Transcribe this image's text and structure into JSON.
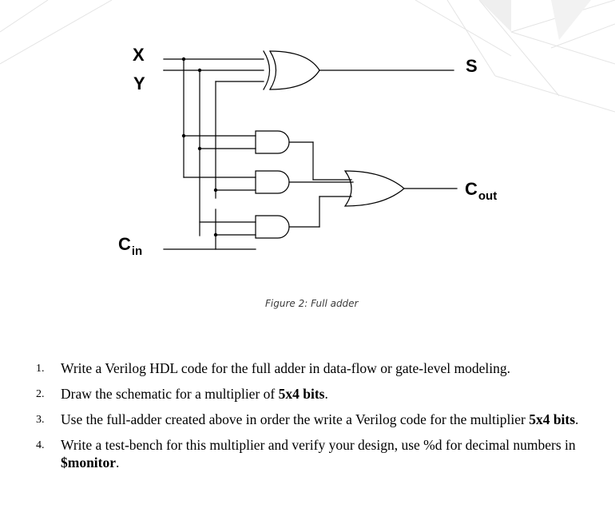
{
  "figure": {
    "signal_x": "X",
    "signal_y": "Y",
    "signal_cin": "C",
    "signal_cin_sub": "in",
    "output_s": "S",
    "output_cout": "C",
    "output_cout_sub": "out",
    "caption": "Figure 2: Full adder"
  },
  "tasks": [
    {
      "number": "1.",
      "text_before": "Write a Verilog HDL code for the full adder in data-flow or gate-level modeling.",
      "bold": "",
      "text_after": ""
    },
    {
      "number": "2.",
      "text_before": "Draw the schematic for a multiplier of ",
      "bold": "5x4 bits",
      "text_after": "."
    },
    {
      "number": "3.",
      "text_before": "Use the full-adder created above in order the write a Verilog code for the multiplier ",
      "bold": "5x4 bits",
      "text_after": "."
    },
    {
      "number": "4.",
      "text_before": "Write a test-bench for this multiplier and verify your design, use %d for decimal numbers in ",
      "bold": "$monitor",
      "text_after": "."
    }
  ]
}
